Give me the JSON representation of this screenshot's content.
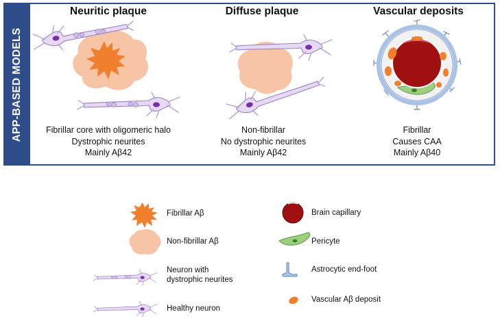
{
  "sidebar": {
    "label": "APP-BASED MODELS"
  },
  "columns": [
    {
      "title": "Neuritic plaque",
      "lines": [
        "Fibrillar core with oligomeric halo",
        "Dystrophic neurites",
        "Mainly Aβ42"
      ]
    },
    {
      "title": "Diffuse plaque",
      "lines": [
        "Non-fibrillar",
        "No dystrophic neurites",
        "Mainly Aβ42"
      ]
    },
    {
      "title": "Vascular deposits",
      "lines": [
        "Fibrillar",
        "Causes CAA",
        "Mainly Aβ40"
      ]
    }
  ],
  "legend": {
    "fibrillar": "Fibrillar Aβ",
    "nonfibrillar": "Non-fibrillar Aβ",
    "dystrophic_line1": "Neuron with",
    "dystrophic_line2": "dystrophic neurites",
    "healthy": "Healthy neuron",
    "capillary": "Brain capillary",
    "pericyte": "Pericyte",
    "endfoot": "Astrocytic end-foot",
    "vascular": "Vascular Aβ deposit"
  },
  "colors": {
    "frame": "#2f4d8a",
    "fibrillar": "#f07f2e",
    "nonfibrillar": "#f7c4a5",
    "neuron_fill": "#e6d9f3",
    "neuron_stroke": "#9b7fc4",
    "nucleus": "#7a2fa8",
    "capillary": "#a01010",
    "pericyte": "#9ccf7e",
    "endfoot": "#a9c2e6"
  }
}
